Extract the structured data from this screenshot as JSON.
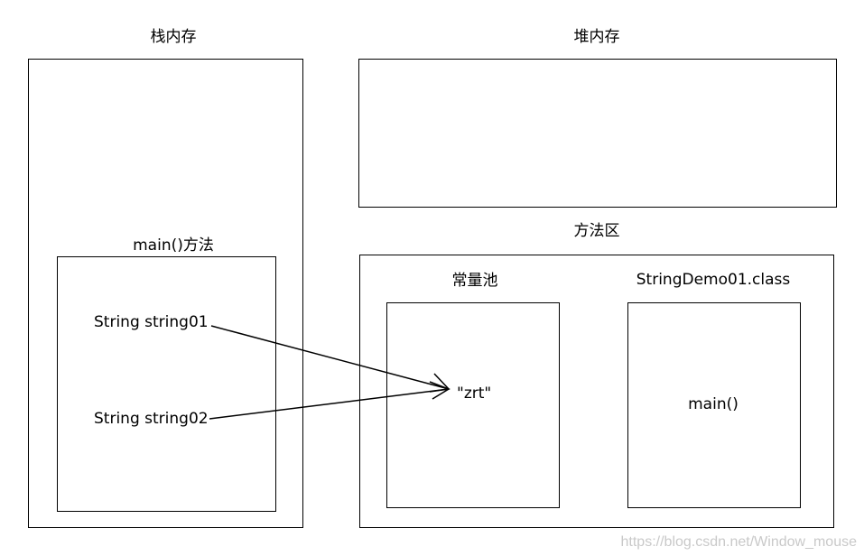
{
  "stack": {
    "title": "栈内存",
    "method_title": "main()方法",
    "var1": "String string01",
    "var2": "String string02"
  },
  "heap": {
    "title": "堆内存"
  },
  "method_area": {
    "title": "方法区",
    "constant_pool": {
      "title": "常量池",
      "value": "\"zrt\""
    },
    "class_file": {
      "title": "StringDemo01.class",
      "method": "main()"
    }
  },
  "watermark": "https://blog.csdn.net/Window_mouse"
}
